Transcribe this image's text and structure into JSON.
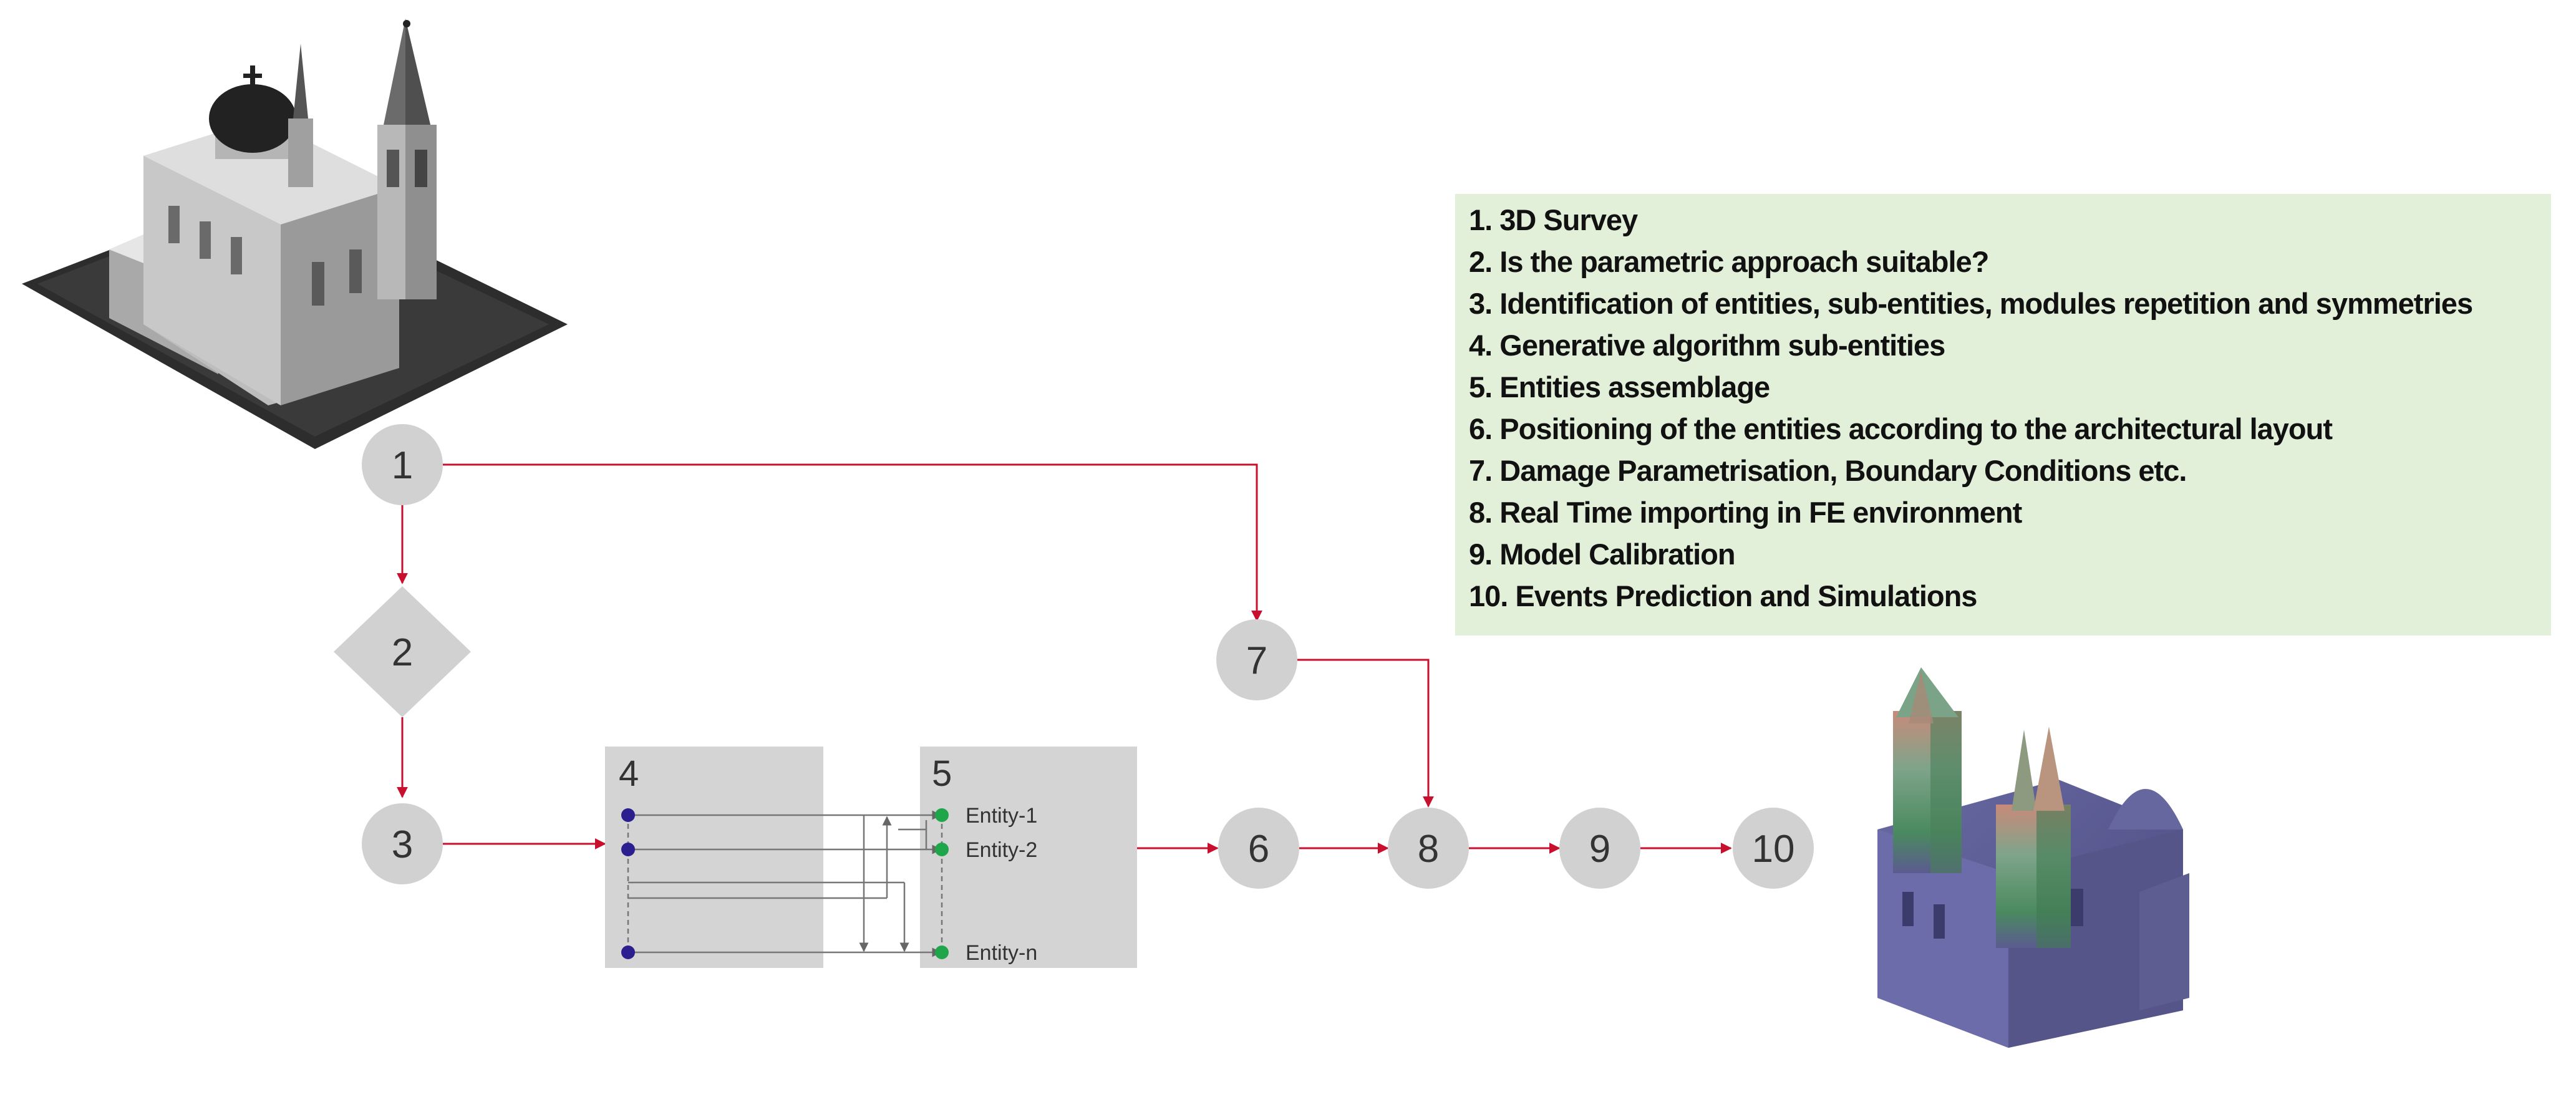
{
  "colors": {
    "connector": "#c8102e",
    "node_fill": "#d1d1d1",
    "box_fill": "#d4d4d4",
    "legend_bg": "#e2efd9",
    "dot_blue": "#2b1f8f",
    "dot_green": "#1fa64a"
  },
  "nodes": {
    "n1": "1",
    "n2": "2",
    "n3": "3",
    "n4": "4",
    "n5": "5",
    "n6": "6",
    "n7": "7",
    "n8": "8",
    "n9": "9",
    "n10": "10"
  },
  "entities": {
    "e1": "Entity-1",
    "e2": "Entity-2",
    "en": "Entity-n"
  },
  "legend": {
    "items": [
      "1. 3D Survey",
      "2. Is the parametric approach suitable?",
      "3. Identification of entities, sub-entities, modules repetition and symmetries",
      "4. Generative algorithm sub-entities",
      "5. Entities assemblage",
      "6. Positioning of the entities according to the architectural layout",
      "7. Damage Parametrisation, Boundary Conditions etc.",
      "8. Real Time importing in FE environment",
      "9. Model Calibration",
      "10. Events Prediction and Simulations"
    ]
  },
  "images": {
    "survey": "point-cloud-church-image",
    "model": "fe-model-church-image"
  }
}
